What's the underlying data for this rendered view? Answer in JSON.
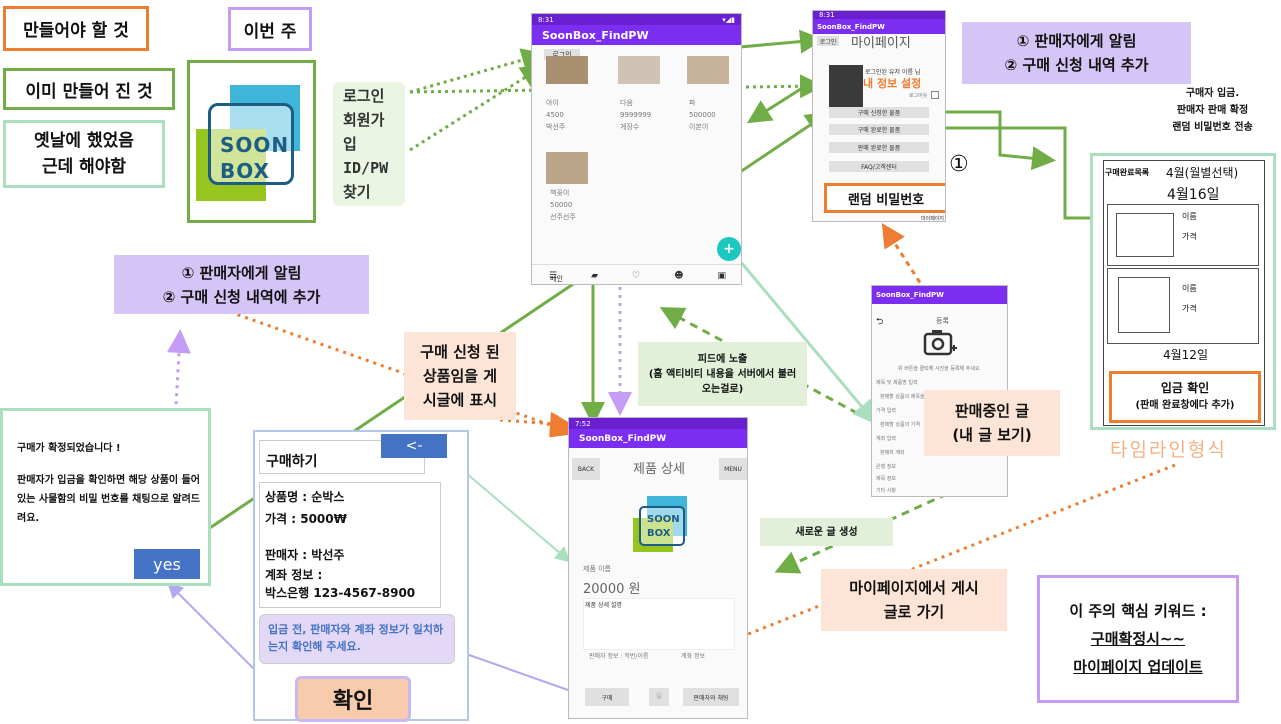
{
  "legend": {
    "to_make": "만들어야 할 것",
    "already_made": "이미 만들어 진 것",
    "done_before_line1": "옛날에 했었음",
    "done_before_line2": "근데 해야함",
    "this_week": "이번 주"
  },
  "logo": {
    "line1": "SOON",
    "line2": "BOX"
  },
  "login_menu": {
    "line1": "로그인",
    "line2": "회원가",
    "line3": "입",
    "line4": "ID/PW",
    "line5": "찾기"
  },
  "phone_feed": {
    "status_time": "8:31",
    "app_title": "SoonBox_FindPW",
    "login_btn": "로그인",
    "items": [
      {
        "name": "아이",
        "price": "4500",
        "seller": "박선주"
      },
      {
        "name": "다음",
        "price": "9999999",
        "seller": "게장수"
      },
      {
        "name": "파",
        "price": "500000",
        "seller": "이본이"
      },
      {
        "name": "책꽂이",
        "price": "50000",
        "seller": "선주선주"
      }
    ],
    "nav_home": "메인"
  },
  "phone_mypage": {
    "status_time": "8:31",
    "app_title": "SoonBox_FindPW",
    "back_label": "로그인",
    "title": "마이페이지",
    "login_user": "로그인된 유저 이름 님",
    "info_setting": "내 정보 설정",
    "logout": "로그아웃",
    "btn_purchase_requested": "구매 신청한 물품",
    "btn_purchase_done": "구매 완료한 물품",
    "btn_sale_done": "판매 완료한 물품",
    "btn_faq": "FAQ/고객센터",
    "random_pw": "랜덤 비밀번호",
    "nav_mypage": "마이페이지",
    "circle_num": "①"
  },
  "top_purple_note": {
    "line1": "① 판매자에게 알림",
    "line2": "② 구매 신청 내역 추가"
  },
  "buyer_note": {
    "line1": "구매자 입금.",
    "line2": "판매자 판매 확정",
    "line3": "랜덤 비밀번호 전송"
  },
  "sketch": {
    "header": "구매완료목록",
    "month_select": "4월(월별선택)",
    "date1": "4월16일",
    "name_label": "이름",
    "price_label": "가격",
    "date2": "4월12일",
    "confirm_line1": "입금 확인",
    "confirm_line2": "(판매 완료창에다 추가)"
  },
  "timeline_label": "타임라인형식",
  "left_purple_note": {
    "line1": "① 판매자에게 알림",
    "line2": "② 구매 신청 내역에 추가"
  },
  "confirm_dialog": {
    "text1": "구매가 확정되었습니다 !",
    "text2": "판매자가 입금을 확인하면 해당 상품이 들어있는 사물함의 비밀 번호를 채팅으로 알려드려요.",
    "yes": "yes"
  },
  "purchase_panel": {
    "title": "구매하기",
    "back": "<-",
    "product": "상품명 : 순박스",
    "price": "가격 : 5000₩",
    "seller": "판매자 : 박선주",
    "account_label": "계좌 정보 :",
    "account": "박스은행 123-4567-8900",
    "warning": "입금 전, 판매자와 계좌 정보가 일치하는지 확인해 주세요.",
    "confirm": "확인"
  },
  "peach_post_note": {
    "line1": "구매 신청 된",
    "line2": "상품임을 게",
    "line3": "시글에 표시"
  },
  "feed_note": {
    "line1": "피드에 노출",
    "line2": "(홈 액티비티 내용을 서버에서 불러",
    "line3": "오는걸로)"
  },
  "phone_register": {
    "app_title": "SoonBox_FindPW",
    "header": "등록",
    "camera_hint": "위 버튼을 클릭해 사진을 등록해 주세요",
    "fields": [
      "제목 및 제품명 입력",
      "판매할 상품의 제목을",
      "가격 입력",
      "판매할 상품의 가격",
      "계좌 입력",
      "판매자 계좌",
      "은행 정보",
      "제목 정보",
      "기타 사항"
    ]
  },
  "selling_note": {
    "line1": "판매중인 글",
    "line2": "(내 글 보기)"
  },
  "new_post_note": "새로운 글 생성",
  "phone_detail": {
    "status_time": "7:52",
    "app_title": "SoonBox_FindPW",
    "back": "BACK",
    "title": "제품 상세",
    "menu": "MENU",
    "product_label": "제품 이름",
    "price": "20000 원",
    "desc_label": "제품 상세 설명",
    "seller_info": "판매자 정보 : 학번/이름",
    "account_info": "계좌 정보",
    "buy": "구매",
    "chat": "판매자와 채팅"
  },
  "mypage_post_note": {
    "line1": "마이페이지에서 게시",
    "line2": "글로 가기"
  },
  "keyword_box": {
    "line1": "이 주의 핵심 키워드 :",
    "line2": "구매확정시~~",
    "line3": "마이페이지 업데이트"
  },
  "colors": {
    "orange": "#ed7d31",
    "green": "#70ad47",
    "mint": "#a9dfbf",
    "purple": "#c59cf5",
    "app_purple": "#7c2ef0"
  }
}
